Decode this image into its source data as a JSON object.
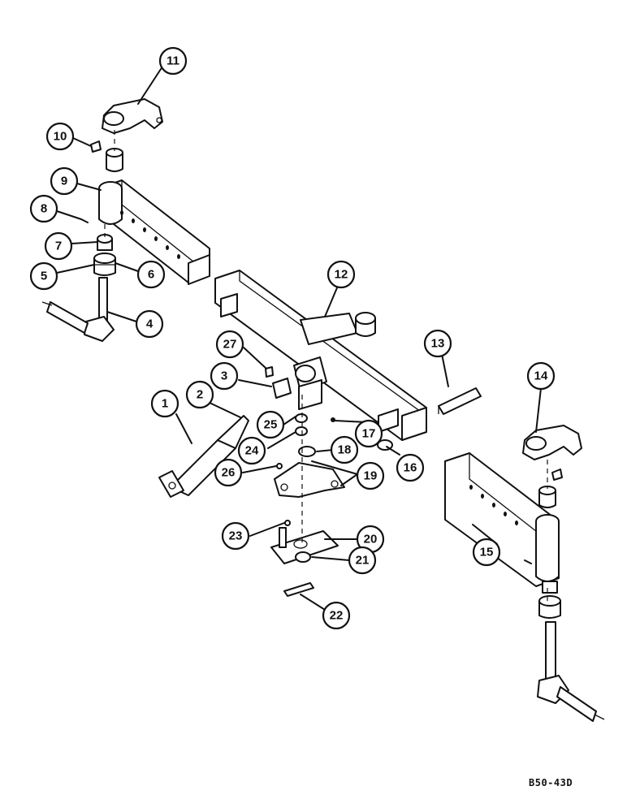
{
  "callouts": [
    {
      "id": "c1",
      "label": "1"
    },
    {
      "id": "c2",
      "label": "2"
    },
    {
      "id": "c3",
      "label": "3"
    },
    {
      "id": "c4",
      "label": "4"
    },
    {
      "id": "c5",
      "label": "5"
    },
    {
      "id": "c6",
      "label": "6"
    },
    {
      "id": "c7",
      "label": "7"
    },
    {
      "id": "c8",
      "label": "8"
    },
    {
      "id": "c9",
      "label": "9"
    },
    {
      "id": "c10",
      "label": "10"
    },
    {
      "id": "c11",
      "label": "11"
    },
    {
      "id": "c12",
      "label": "12"
    },
    {
      "id": "c13",
      "label": "13"
    },
    {
      "id": "c14",
      "label": "14"
    },
    {
      "id": "c15",
      "label": "15"
    },
    {
      "id": "c16",
      "label": "16"
    },
    {
      "id": "c17",
      "label": "17"
    },
    {
      "id": "c18",
      "label": "18"
    },
    {
      "id": "c19",
      "label": "19"
    },
    {
      "id": "c20",
      "label": "20"
    },
    {
      "id": "c21",
      "label": "21"
    },
    {
      "id": "c22",
      "label": "22"
    },
    {
      "id": "c23",
      "label": "23"
    },
    {
      "id": "c24",
      "label": "24"
    },
    {
      "id": "c25",
      "label": "25"
    },
    {
      "id": "c26",
      "label": "26"
    },
    {
      "id": "c27",
      "label": "27"
    }
  ],
  "diagram_code": "B50-43D"
}
